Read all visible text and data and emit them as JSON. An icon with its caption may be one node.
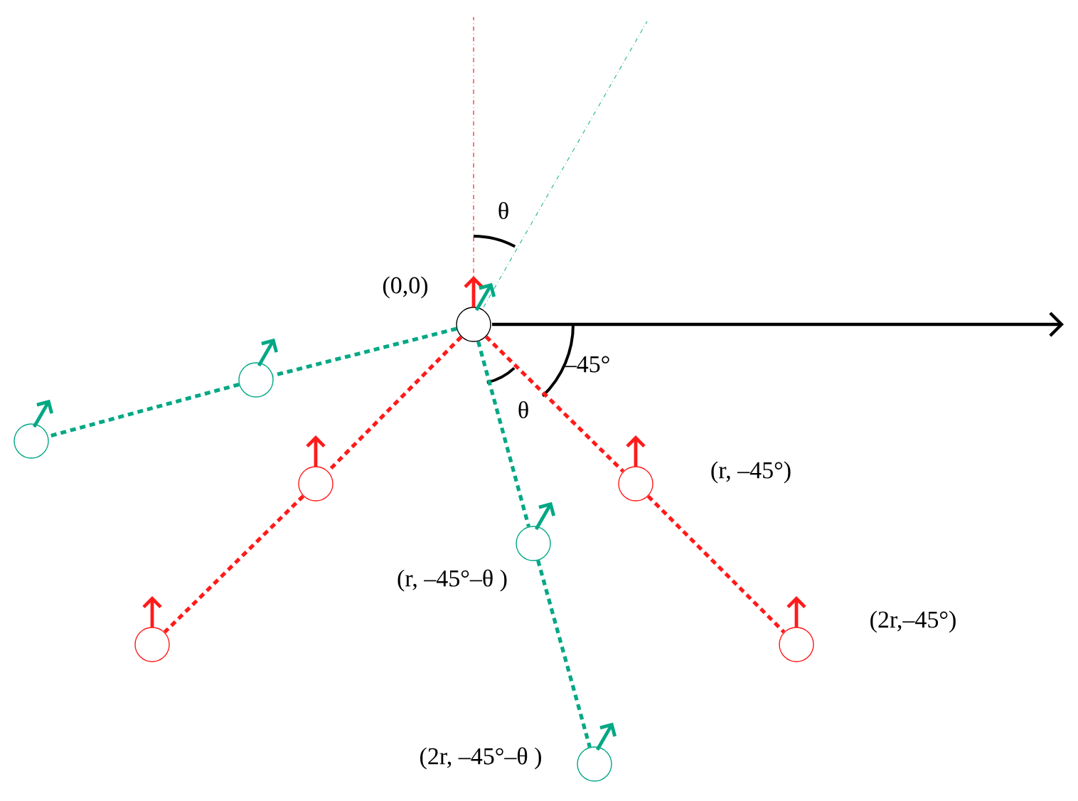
{
  "diagram": {
    "nodes": [
      {
        "text": [],
        "shape": "circle",
        "beside": [
          "(0,0)"
        ]
      },
      {
        "text": [],
        "shape": "circle"
      },
      {
        "text": [],
        "shape": "circle"
      },
      {
        "text": [],
        "shape": "circle"
      },
      {
        "text": [],
        "shape": "circle"
      },
      {
        "text": [],
        "shape": "circle",
        "beside": [
          "(r, –45°)"
        ]
      },
      {
        "text": [],
        "shape": "circle",
        "beside": [
          "(2r,–45°)"
        ]
      },
      {
        "text": [],
        "shape": "circle",
        "beside": [
          "(r, –45°–θ )"
        ]
      },
      {
        "text": [],
        "shape": "circle",
        "beside": [
          "(2r, –45°–θ )"
        ]
      }
    ],
    "edges": [
      {
        "from": 0,
        "to": 1,
        "arrow": "none",
        "style": "dashed",
        "color": "#00a884"
      },
      {
        "from": 1,
        "to": 2,
        "arrow": "none",
        "style": "dashed",
        "color": "#00a884"
      },
      {
        "from": 0,
        "to": 3,
        "arrow": "none",
        "style": "dashed",
        "color": "#ff1a1a"
      },
      {
        "from": 3,
        "to": 4,
        "arrow": "none",
        "style": "dashed",
        "color": "#ff1a1a"
      },
      {
        "from": 0,
        "to": 5,
        "arrow": "none",
        "style": "dashed",
        "color": "#ff1a1a"
      },
      {
        "from": 5,
        "to": 6,
        "arrow": "none",
        "style": "dashed",
        "color": "#ff1a1a"
      },
      {
        "from": 0,
        "to": 7,
        "arrow": "none",
        "style": "dashed",
        "color": "#00a884"
      },
      {
        "from": 7,
        "to": 8,
        "arrow": "none",
        "style": "dashed",
        "color": "#00a884"
      }
    ],
    "labels": [
      "θ",
      "–45°",
      "θ"
    ]
  }
}
